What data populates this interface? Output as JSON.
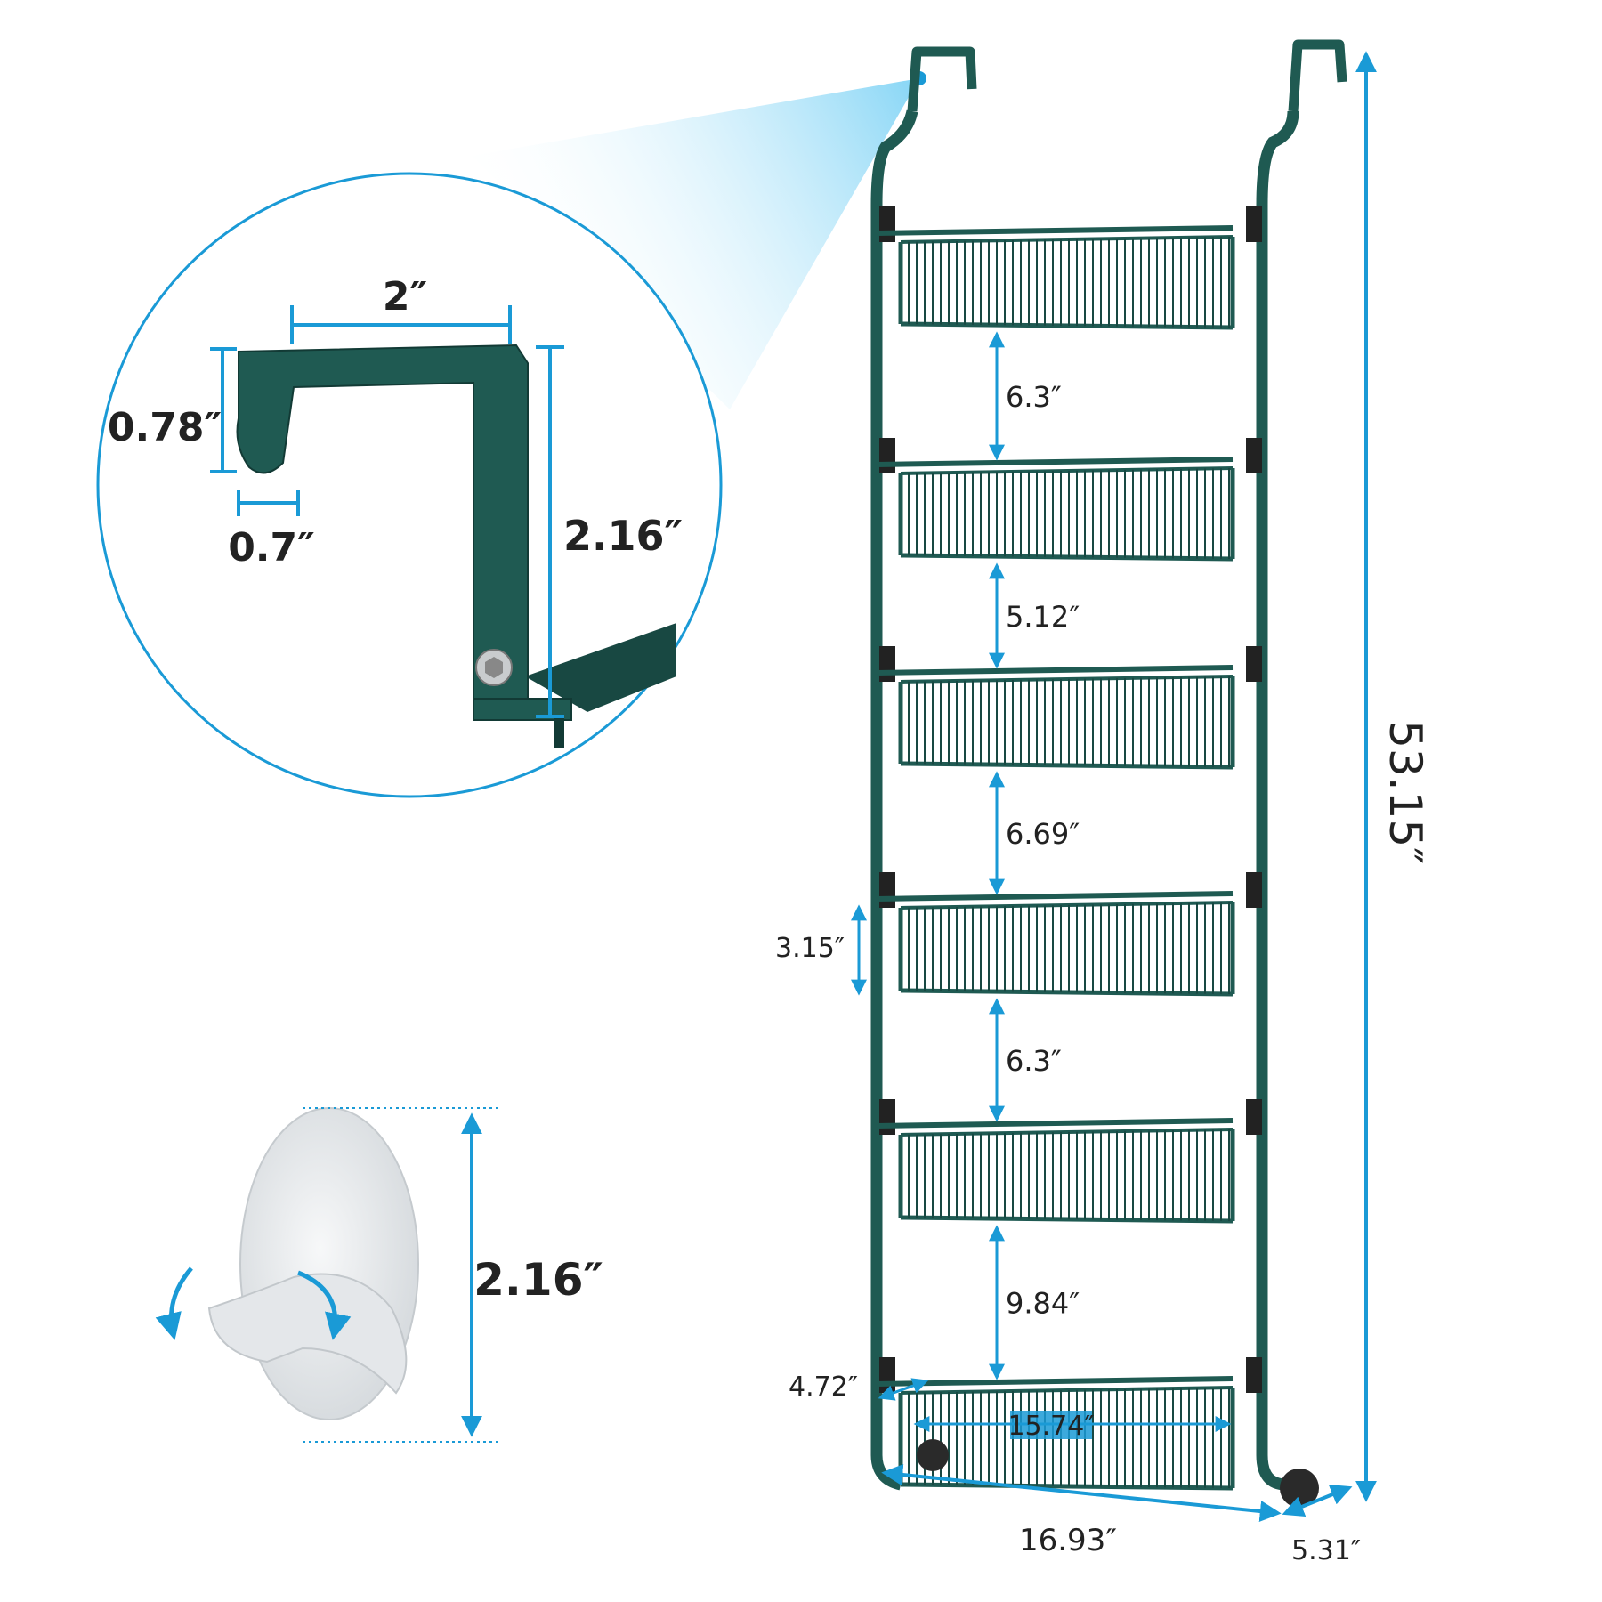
{
  "colors": {
    "frame_green": "#1f5a52",
    "frame_dark": "#184842",
    "dimension_blue": "#1a9ad6",
    "bracket_dark": "#222222",
    "label_text": "#222222",
    "hook_gray": "#d9dde1"
  },
  "hook_detail": {
    "width_label": "2″",
    "lip_height_label": "0.78″",
    "lip_depth_label": "0.7″",
    "drop_label": "2.16″"
  },
  "adhesive_hook": {
    "height_label": "2.16″",
    "icons": [
      "rotate-arrow-icon",
      "rotate-arrow-icon"
    ]
  },
  "rack": {
    "basket_gaps": [
      "6.3″",
      "5.12″",
      "6.69″",
      "6.3″",
      "9.84″"
    ],
    "basket_height_label": "3.15″",
    "basket_depth_label": "4.72″",
    "basket_width_label": "15.74″",
    "total_height_label": "53.15″",
    "total_width_label": "16.93″",
    "total_depth_label": "5.31″"
  }
}
